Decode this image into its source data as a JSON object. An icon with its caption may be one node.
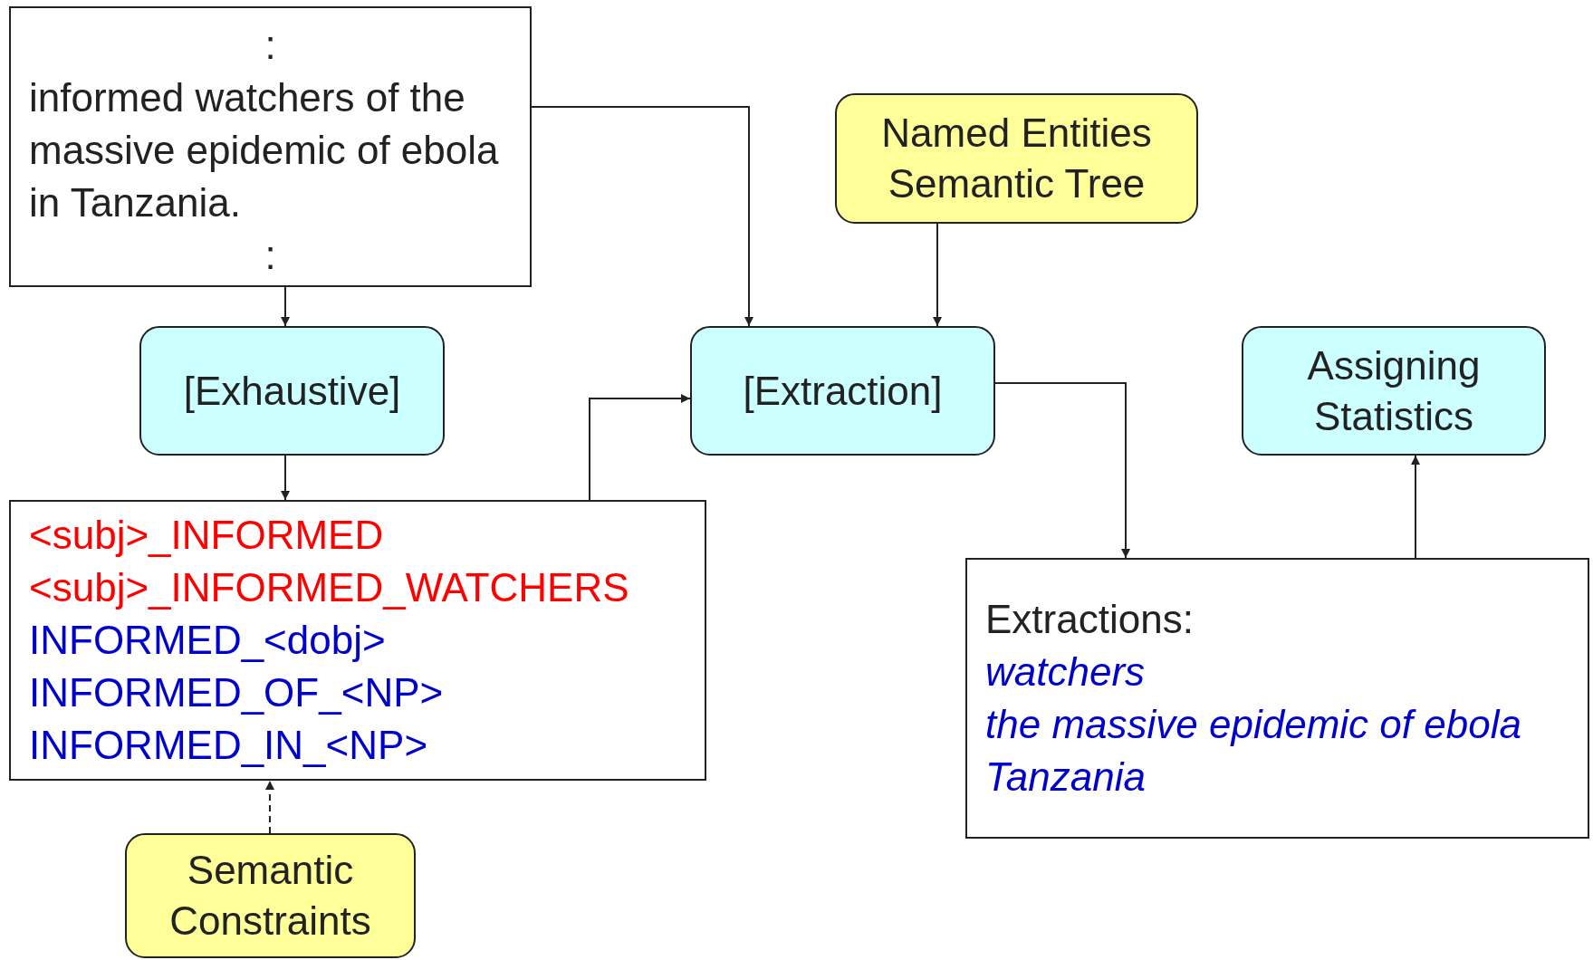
{
  "diagram": {
    "nodes": [
      {
        "text": [
          ":",
          "informed watchers of the massive epidemic of ebola in Tanzania.",
          ":"
        ]
      },
      {
        "text": [
          "Named Entities Semantic Tree"
        ]
      },
      {
        "text": [
          "[Exhaustive]"
        ]
      },
      {
        "text": [
          "[Extraction]"
        ]
      },
      {
        "text": [
          "Assigning Statistics"
        ]
      },
      {
        "text": [
          "<subj>_INFORMED",
          "<subj>_INFORMED_WATCHERS",
          "INFORMED_<dobj>",
          "INFORMED_OF_<NP>",
          "INFORMED_IN_<NP>"
        ]
      },
      {
        "text": [
          "Extractions:",
          "watchers",
          "the massive epidemic of ebola",
          "Tanzania"
        ]
      },
      {
        "text": [
          "Semantic Constraints"
        ]
      }
    ],
    "edges": [
      {
        "from": 0,
        "to": 3,
        "arrow": "to"
      },
      {
        "from": 1,
        "to": 3,
        "arrow": "to"
      },
      {
        "from": 0,
        "to": 2,
        "arrow": "to"
      },
      {
        "from": 2,
        "to": 5,
        "arrow": "to"
      },
      {
        "from": 5,
        "to": 3,
        "arrow": "to"
      },
      {
        "from": 3,
        "to": 6,
        "arrow": "to"
      },
      {
        "from": 6,
        "to": 4,
        "arrow": "to"
      },
      {
        "from": 7,
        "to": 5,
        "arrow": "to",
        "style": "dashed"
      }
    ]
  }
}
